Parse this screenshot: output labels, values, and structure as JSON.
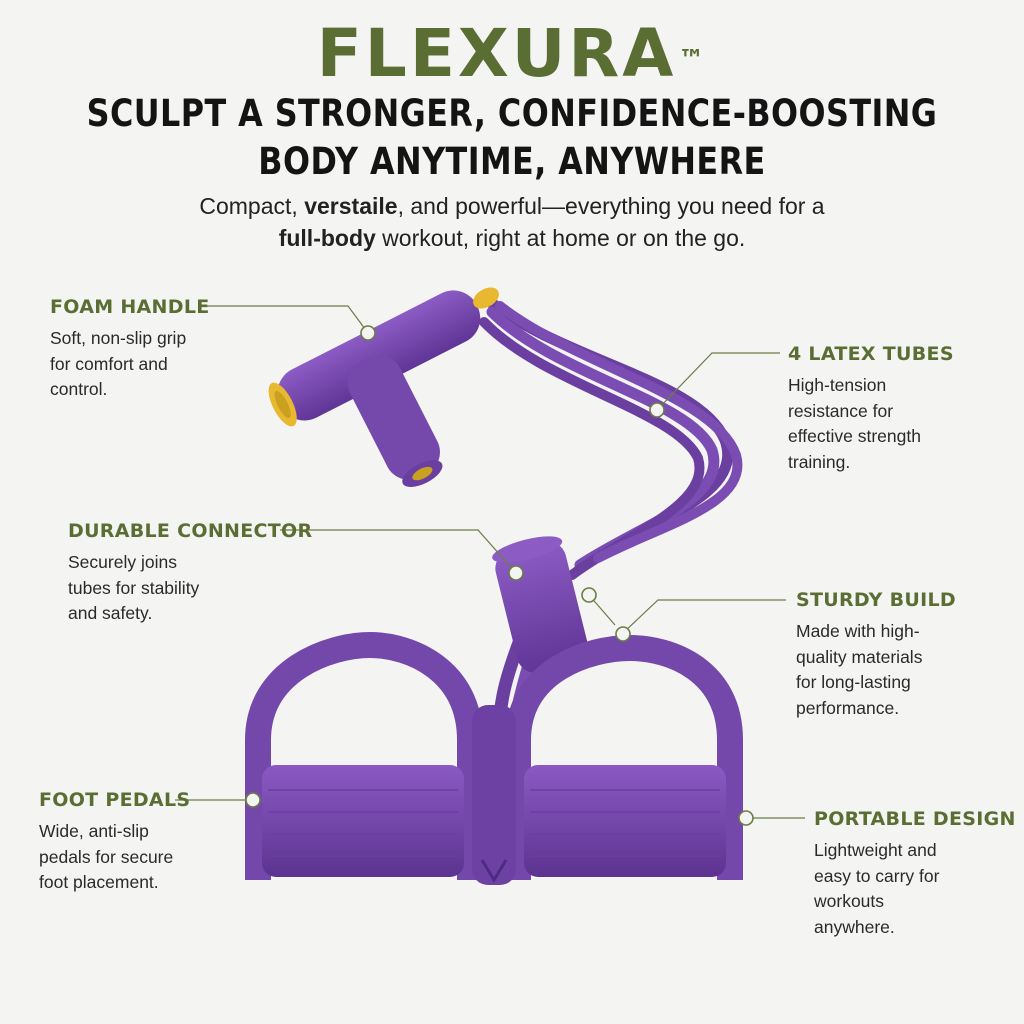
{
  "brand": {
    "name": "FLEXURA",
    "trademark": "™",
    "color": "#5a6e34"
  },
  "headline": {
    "line1": "SCULPT A STRONGER, CONFIDENCE-BOOSTING",
    "line2": "BODY ANYTIME, ANYWHERE"
  },
  "subheadline": {
    "line1_pre": "Compact, ",
    "line1_bold": "verstaile",
    "line1_post": ", and powerful—everything you need for a",
    "line2_bold": "full-body",
    "line2_post": " workout, right at home or on the go."
  },
  "product": {
    "color": "#7a4bb0",
    "accent": "#e8b830",
    "icon": "pedal-resistance-band-image"
  },
  "callouts": {
    "foam_handle": {
      "title": "FOAM HANDLE",
      "desc_lines": [
        "Soft, non-slip grip",
        "for comfort and",
        "control."
      ]
    },
    "latex_tubes": {
      "title": "4 LATEX TUBES",
      "desc_lines": [
        "High-tension",
        "resistance for",
        "effective strength",
        "training."
      ]
    },
    "connector": {
      "title": "DURABLE CONNECTOR",
      "desc_lines": [
        "Securely joins",
        "tubes for stability",
        "and safety."
      ]
    },
    "sturdy_build": {
      "title": "STURDY BUILD",
      "desc_lines": [
        "Made with high-",
        "quality materials",
        "for long-lasting",
        "performance."
      ]
    },
    "foot_pedals": {
      "title": "FOOT PEDALS",
      "desc_lines": [
        "Wide, anti-slip",
        "pedals for secure",
        "foot placement."
      ]
    },
    "portable": {
      "title": "PORTABLE DESIGN",
      "desc_lines": [
        "Lightweight and",
        "easy to carry for",
        "workouts",
        "anywhere."
      ]
    }
  }
}
